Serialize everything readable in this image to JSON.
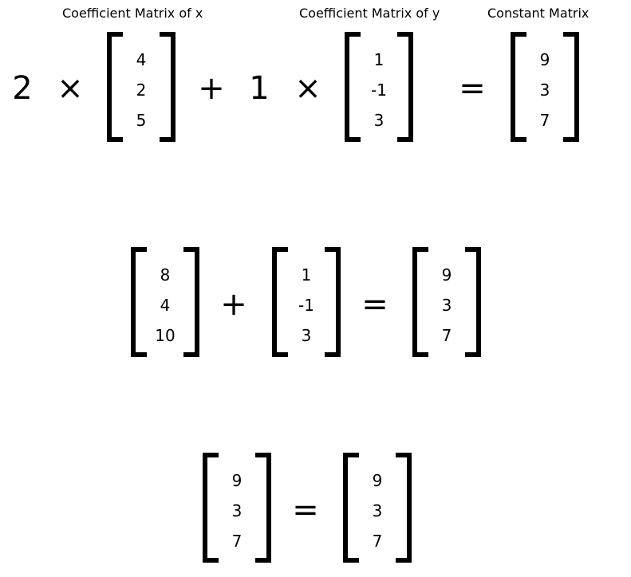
{
  "labels": {
    "coef_x": "Coefficient Matrix of x",
    "coef_y": "Coefficient Matrix of y",
    "constant": "Constant Matrix"
  },
  "row1": {
    "scalar_x": "2",
    "times1": "×",
    "mx": [
      "4",
      "2",
      "5"
    ],
    "plus": "+",
    "scalar_y": "1",
    "times2": "×",
    "my": [
      "1",
      "-1",
      "3"
    ],
    "equals": "=",
    "mc": [
      "9",
      "3",
      "7"
    ]
  },
  "row2": {
    "ma": [
      "8",
      "4",
      "10"
    ],
    "plus": "+",
    "mb": [
      "1",
      "-1",
      "3"
    ],
    "equals": "=",
    "mc": [
      "9",
      "3",
      "7"
    ]
  },
  "row3": {
    "ma": [
      "9",
      "3",
      "7"
    ],
    "equals": "=",
    "mb": [
      "9",
      "3",
      "7"
    ]
  }
}
